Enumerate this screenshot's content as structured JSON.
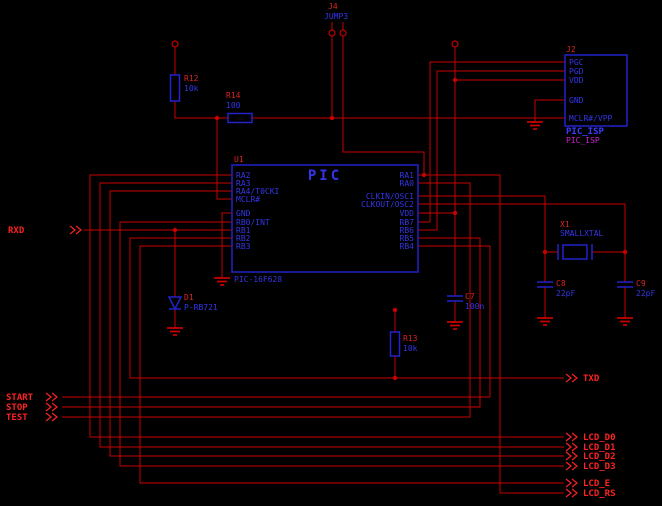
{
  "colors": {
    "background": "#000000",
    "wire": "#c80000",
    "component_outline": "#2323cc",
    "ref_text": "#dd2222",
    "value_text": "#3535e8",
    "port_text": "#ff2222",
    "special_value_text": "#cc22cc"
  },
  "pic": {
    "ref": "U1",
    "title": "PIC",
    "value": "PIC-16F628",
    "left_pins": [
      "RA2",
      "RA3",
      "RA4/T0CKI",
      "MCLR#",
      "GND",
      "RB0/INT",
      "RB1",
      "RB2",
      "RB3"
    ],
    "right_pins": [
      "RA1",
      "RA0",
      "CLKIN/OSC1",
      "CLKOUT/OSC2",
      "VDD",
      "RB7",
      "RB6",
      "RB5",
      "RB4"
    ]
  },
  "isp": {
    "ref": "J2",
    "pins": [
      "PGC",
      "PGD",
      "VDD",
      "GND",
      "MCLR#/VPP"
    ],
    "value": "PIC_ISP",
    "part_name": "PIC_ISP"
  },
  "jumper": {
    "ref": "J4",
    "value": "JUMP3"
  },
  "r12": {
    "ref": "R12",
    "value": "10k"
  },
  "r14": {
    "ref": "R14",
    "value": "100"
  },
  "r13": {
    "ref": "R13",
    "value": "10k"
  },
  "d1": {
    "ref": "D1",
    "value": "P-RB721"
  },
  "c7": {
    "ref": "C7",
    "value": "100n"
  },
  "c8": {
    "ref": "C8",
    "value": "22pF"
  },
  "c9": {
    "ref": "C9",
    "value": "22pF"
  },
  "x1": {
    "ref": "X1",
    "value": "SMALLXTAL"
  },
  "ports": {
    "rxd": "RXD",
    "txd": "TXD",
    "start": "START",
    "stop": "STOP",
    "test": "TEST",
    "lcd": [
      "LCD_D0",
      "LCD_D1",
      "LCD_D2",
      "LCD_D3",
      "LCD_E",
      "LCD_RS"
    ]
  }
}
